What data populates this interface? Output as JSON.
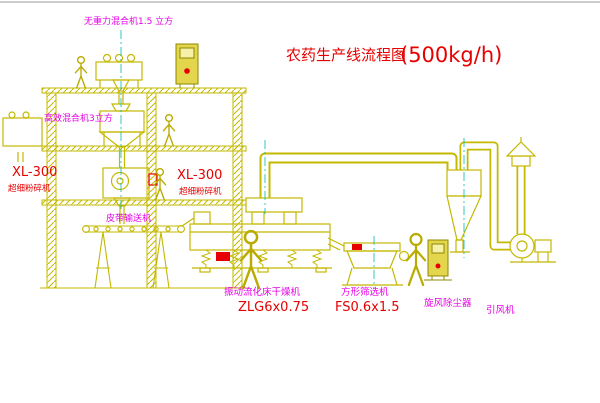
{
  "title": {
    "text": "农药生产线流程图",
    "capacity": "(500kg/h)"
  },
  "labels": {
    "premix_mixer": "无重力混合机1.5 立方",
    "high_efficiency_mixer": "高效混合机3立方",
    "left_mill_model": "XL-300",
    "left_mill_name": "超细粉碎机",
    "mid_mill_model": "XL-300",
    "mid_mill_name": "超细粉碎机",
    "belt_conveyor": "皮带输送机",
    "fluid_bed_dryer": "振动流化床干燥机",
    "fluid_bed_dryer_model": "ZLG6x0.75",
    "square_sieve": "方形筛选机",
    "square_sieve_model": "FS0.6x1.5",
    "cyclone": "旋风除尘器",
    "induced_draft_fan": "引风机"
  },
  "colors": {
    "line_yellow": "#c4b800",
    "label_magenta": "#e600e6",
    "label_red": "#e60000",
    "centerline_cyan": "#00b9b9"
  }
}
